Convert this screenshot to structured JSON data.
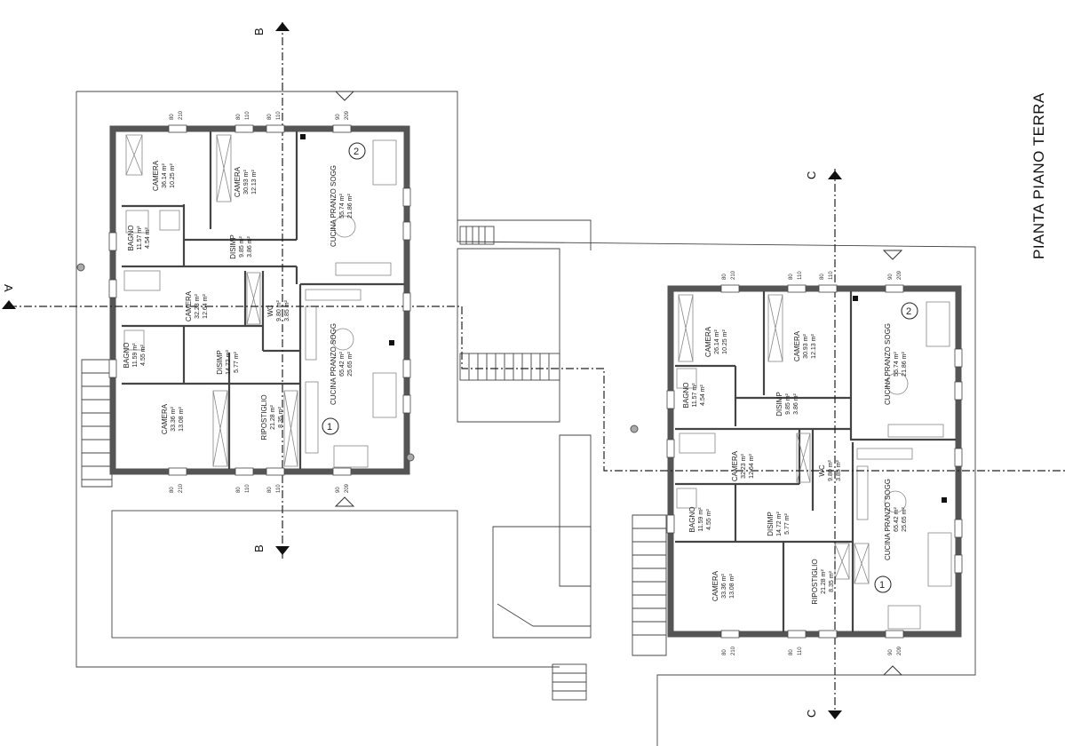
{
  "plan_title": "PIANTA PIANO TERRA",
  "sections": {
    "a": "A",
    "b": "B",
    "c": "C"
  },
  "units": {
    "left": {
      "rooms": [
        {
          "key": "cam1",
          "name": "CAMERA",
          "area1": "36.14 m²",
          "area2": "10.25 m²"
        },
        {
          "key": "cam2",
          "name": "CAMERA",
          "area1": "30.93 m²",
          "area2": "12.13 m²"
        },
        {
          "key": "cuc2",
          "name": "CUCINA PRANZO SOGG",
          "area1": "55.74 m²",
          "area2": "21.86 m²"
        },
        {
          "key": "bag1",
          "name": "BAGNO",
          "area1": "11.57 m²",
          "area2": "4.54 m²"
        },
        {
          "key": "dis1",
          "name": "DISIMP",
          "area1": "9.85 m²",
          "area2": "3.86 m²"
        },
        {
          "key": "cam3",
          "name": "CAMERA",
          "area1": "32.23 m²",
          "area2": "12.64 m²"
        },
        {
          "key": "wc",
          "name": "WC",
          "area1": "9.80 m²",
          "area2": "3.85 m²"
        },
        {
          "key": "bag2",
          "name": "BAGNO",
          "area1": "11.59 m²",
          "area2": "4.55 m²"
        },
        {
          "key": "dis2",
          "name": "DISIMP",
          "area1": "14.72 m²",
          "area2": "5.77 m²"
        },
        {
          "key": "cuc1",
          "name": "CUCINA PRANZO SOGG",
          "area1": "65.42 m²",
          "area2": "25.65 m²"
        },
        {
          "key": "cam4",
          "name": "CAMERA",
          "area1": "33.36 m²",
          "area2": "13.08 m²"
        },
        {
          "key": "rip",
          "name": "RIPOSTIGLIO",
          "area1": "21.28 m²",
          "area2": "8.35 m²"
        }
      ],
      "unit_numbers": [
        "1",
        "2"
      ]
    },
    "right": {
      "rooms": [
        {
          "key": "cam1",
          "name": "CAMERA",
          "area1": "26.14 m²",
          "area2": "10.25 m²"
        },
        {
          "key": "cam2",
          "name": "CAMERA",
          "area1": "30.93 m²",
          "area2": "12.13 m²"
        },
        {
          "key": "cuc2",
          "name": "CUCINA PRANZO SOGG",
          "area1": "55.74 m²",
          "area2": "21.86 m²"
        },
        {
          "key": "bag1",
          "name": "BAGNO",
          "area1": "11.57 m²",
          "area2": "4.54 m²"
        },
        {
          "key": "dis1",
          "name": "DISIMP",
          "area1": "9.85 m²",
          "area2": "3.86 m²"
        },
        {
          "key": "cam3",
          "name": "CAMERA",
          "area1": "32.23 m²",
          "area2": "12.64 m²"
        },
        {
          "key": "wc",
          "name": "WC",
          "area1": "9.80 m²",
          "area2": "3.85 m²"
        },
        {
          "key": "bag2",
          "name": "BAGNO",
          "area1": "11.59 m²",
          "area2": "4.55 m²"
        },
        {
          "key": "dis2",
          "name": "DISIMP",
          "area1": "14.72 m²",
          "area2": "5.77 m²"
        },
        {
          "key": "cuc1",
          "name": "CUCINA PRANZO SOGG",
          "area1": "65.42 m²",
          "area2": "25.65 m²"
        },
        {
          "key": "cam4",
          "name": "CAMERA",
          "area1": "33.36 m²",
          "area2": "13.08 m²"
        },
        {
          "key": "rip",
          "name": "RIPOSTIGLIO",
          "area1": "21.28 m²",
          "area2": "8.35 m²"
        }
      ],
      "unit_numbers": [
        "1",
        "2"
      ]
    }
  },
  "opening_dims": {
    "w80": "80",
    "h210": "210",
    "w110": "110",
    "w90": "90",
    "h209": "209"
  }
}
